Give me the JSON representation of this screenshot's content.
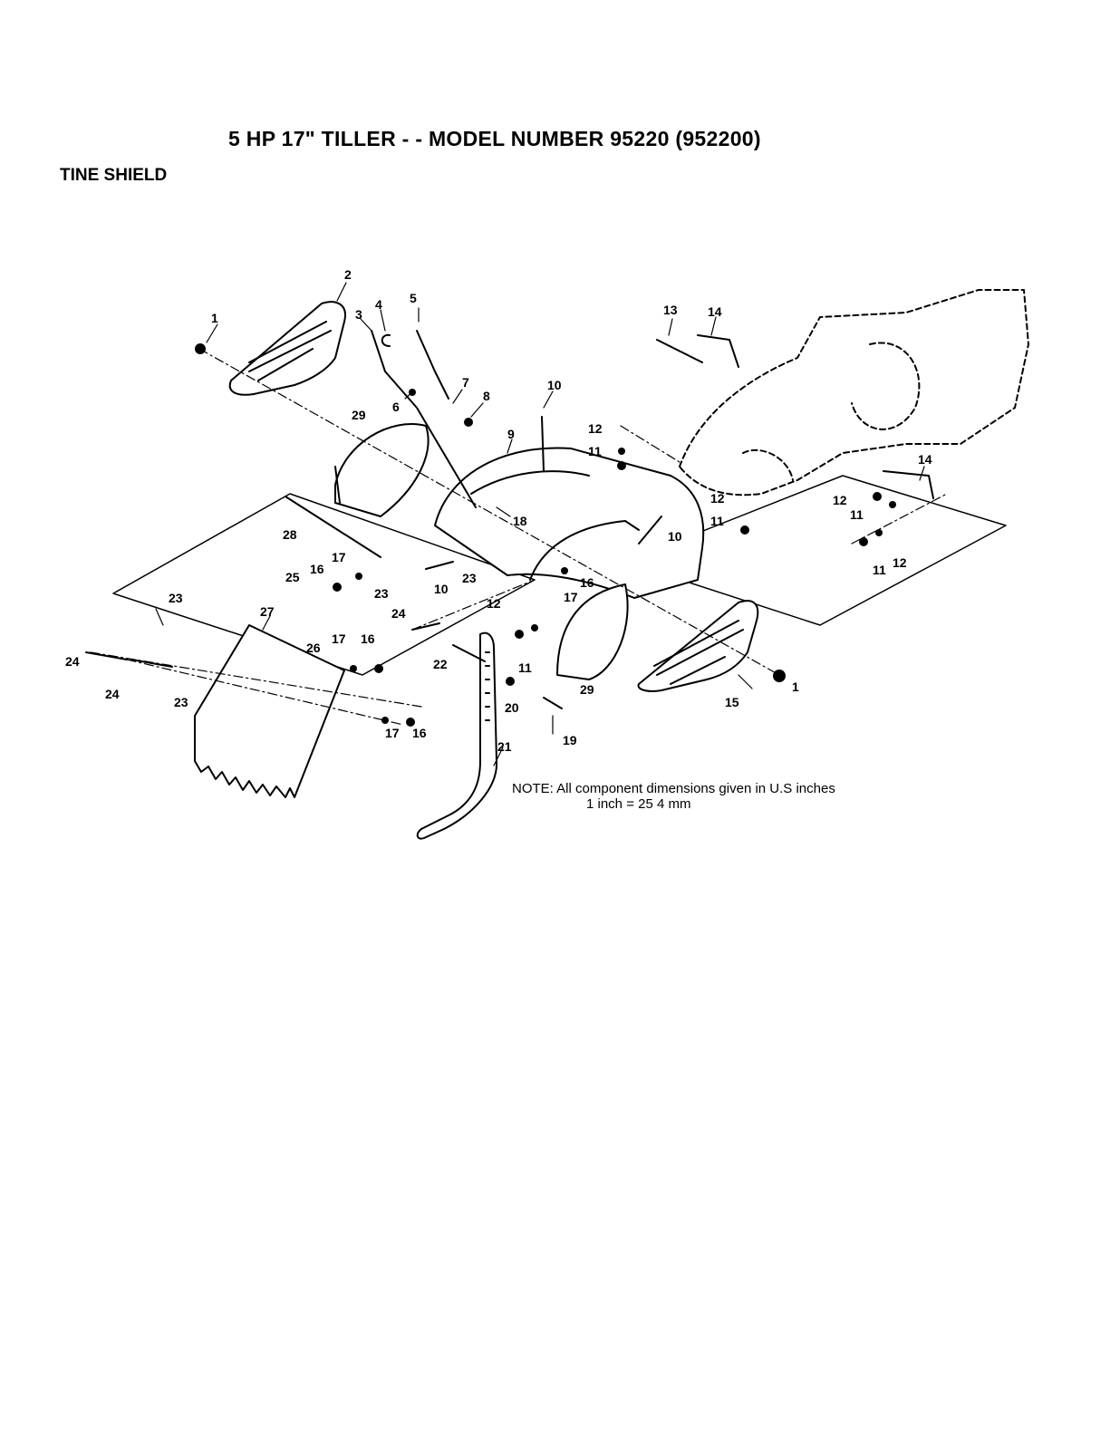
{
  "header": {
    "title": "5 HP  17\" TILLER - - MODEL NUMBER 95220 (952200)",
    "section": "TINE SHIELD"
  },
  "note": {
    "line1": "NOTE:  All component dimensions given in U.S  inches",
    "line2": "1 inch = 25 4 mm"
  },
  "callouts": [
    {
      "id": "c1a",
      "text": "1"
    },
    {
      "id": "c1b",
      "text": "1"
    },
    {
      "id": "c2",
      "text": "2"
    },
    {
      "id": "c3",
      "text": "3"
    },
    {
      "id": "c4",
      "text": "4"
    },
    {
      "id": "c5",
      "text": "5"
    },
    {
      "id": "c6",
      "text": "6"
    },
    {
      "id": "c7",
      "text": "7"
    },
    {
      "id": "c8",
      "text": "8"
    },
    {
      "id": "c9",
      "text": "9"
    },
    {
      "id": "c10a",
      "text": "10"
    },
    {
      "id": "c10b",
      "text": "10"
    },
    {
      "id": "c10c",
      "text": "10"
    },
    {
      "id": "c11a",
      "text": "11"
    },
    {
      "id": "c11b",
      "text": "11"
    },
    {
      "id": "c11c",
      "text": "11"
    },
    {
      "id": "c11d",
      "text": "11"
    },
    {
      "id": "c11e",
      "text": "11"
    },
    {
      "id": "c12a",
      "text": "12"
    },
    {
      "id": "c12b",
      "text": "12"
    },
    {
      "id": "c12c",
      "text": "12"
    },
    {
      "id": "c12d",
      "text": "12"
    },
    {
      "id": "c12e",
      "text": "12"
    },
    {
      "id": "c13",
      "text": "13"
    },
    {
      "id": "c14a",
      "text": "14"
    },
    {
      "id": "c14b",
      "text": "14"
    },
    {
      "id": "c15",
      "text": "15"
    },
    {
      "id": "c16a",
      "text": "16"
    },
    {
      "id": "c16b",
      "text": "16"
    },
    {
      "id": "c16c",
      "text": "16"
    },
    {
      "id": "c16d",
      "text": "16"
    },
    {
      "id": "c17a",
      "text": "17"
    },
    {
      "id": "c17b",
      "text": "17"
    },
    {
      "id": "c17c",
      "text": "17"
    },
    {
      "id": "c17d",
      "text": "17"
    },
    {
      "id": "c18",
      "text": "18"
    },
    {
      "id": "c19",
      "text": "19"
    },
    {
      "id": "c20",
      "text": "20"
    },
    {
      "id": "c21",
      "text": "21"
    },
    {
      "id": "c22",
      "text": "22"
    },
    {
      "id": "c23a",
      "text": "23"
    },
    {
      "id": "c23b",
      "text": "23"
    },
    {
      "id": "c23c",
      "text": "23"
    },
    {
      "id": "c23d",
      "text": "23"
    },
    {
      "id": "c24a",
      "text": "24"
    },
    {
      "id": "c24b",
      "text": "24"
    },
    {
      "id": "c24c",
      "text": "24"
    },
    {
      "id": "c25",
      "text": "25"
    },
    {
      "id": "c26",
      "text": "26"
    },
    {
      "id": "c27",
      "text": "27"
    },
    {
      "id": "c28",
      "text": "28"
    },
    {
      "id": "c29a",
      "text": "29"
    },
    {
      "id": "c29b",
      "text": "29"
    }
  ]
}
